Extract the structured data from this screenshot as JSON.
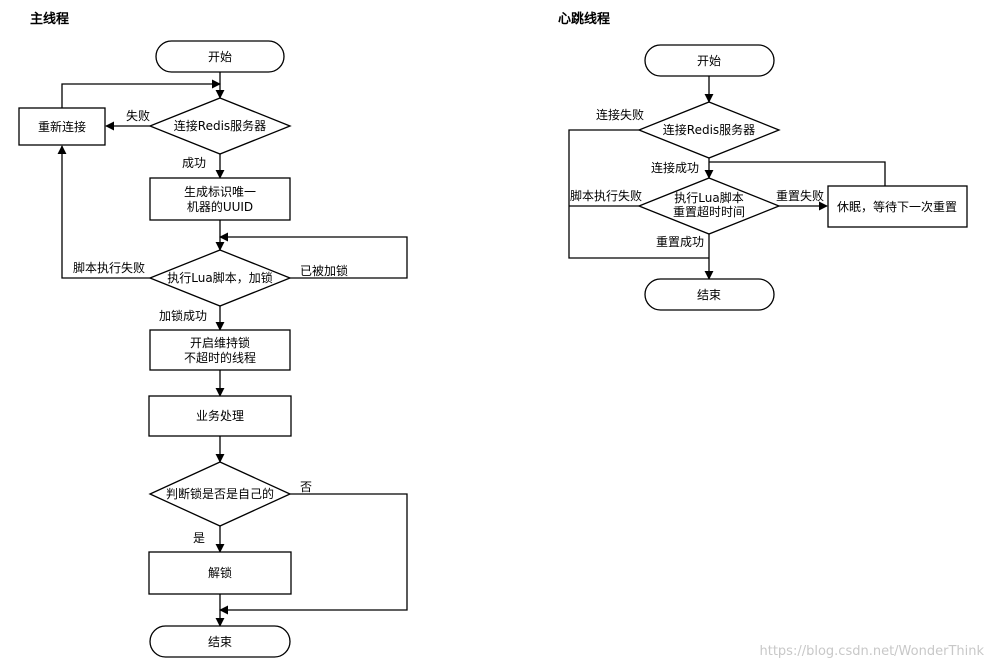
{
  "main": {
    "title": "主线程",
    "nodes": {
      "start": "开始",
      "reconnect": "重新连接",
      "connect": "连接Redis服务器",
      "uuid": [
        "生成标识唯一",
        "机器的UUID"
      ],
      "lock": "执行Lua脚本，加锁",
      "keepalive": [
        "开启维持锁",
        "不超时的线程"
      ],
      "business": "业务处理",
      "check": "判断锁是否是自己的",
      "unlock": "解锁",
      "end": "结束"
    },
    "labels": {
      "fail": "失败",
      "success": "成功",
      "script_fail": "脚本执行失败",
      "already_locked": "已被加锁",
      "lock_success": "加锁成功",
      "no": "否",
      "yes": "是"
    }
  },
  "heartbeat": {
    "title": "心跳线程",
    "nodes": {
      "start": "开始",
      "connect": "连接Redis服务器",
      "script": [
        "执行Lua脚本",
        "重置超时时间"
      ],
      "sleep": "休眠，等待下一次重置",
      "end": "结束"
    },
    "labels": {
      "connect_fail": "连接失败",
      "connect_success": "连接成功",
      "script_fail": "脚本执行失败",
      "reset_fail": "重置失败",
      "reset_success": "重置成功"
    }
  },
  "watermark": "https://blog.csdn.net/WonderThink"
}
